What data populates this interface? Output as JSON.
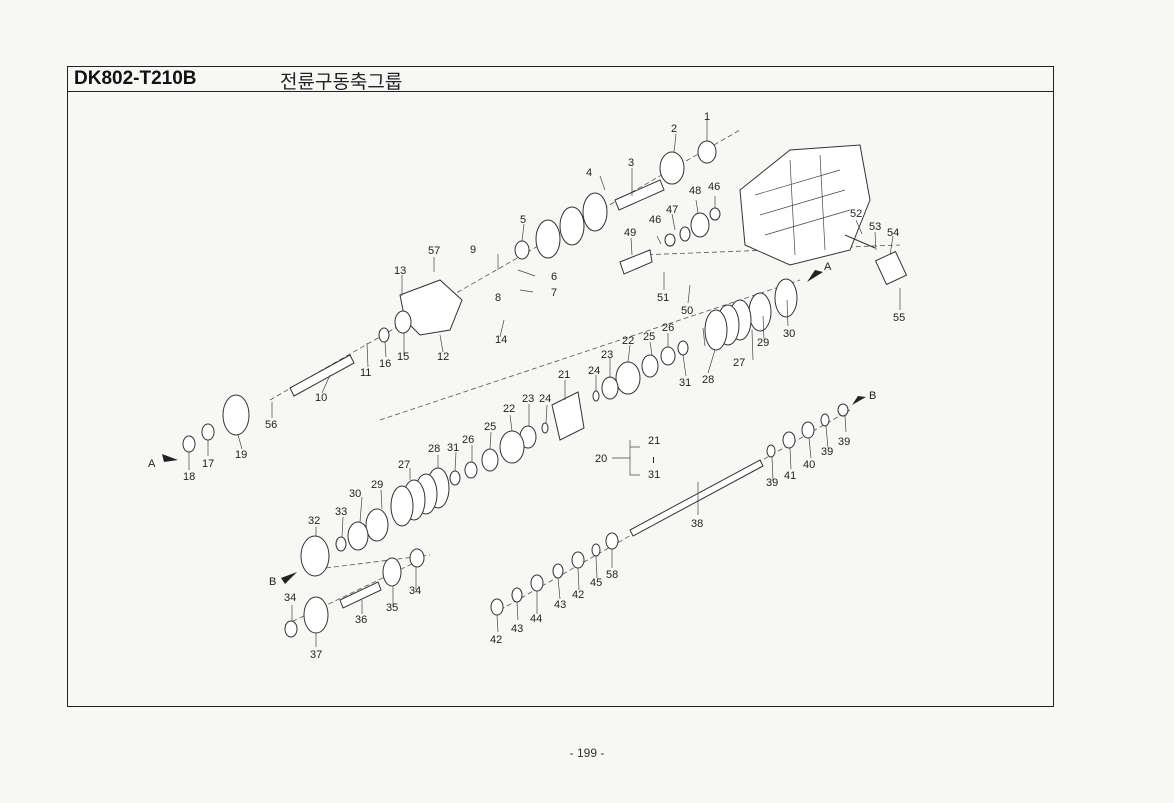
{
  "header": {
    "model": "DK802-T210B",
    "group_title": "전륜구동축그룹"
  },
  "footer": {
    "page_number": "- 199 -"
  },
  "callouts": [
    {
      "id": "c1",
      "label": "1"
    },
    {
      "id": "c2",
      "label": "2"
    },
    {
      "id": "c3",
      "label": "3"
    },
    {
      "id": "c4",
      "label": "4"
    },
    {
      "id": "c5",
      "label": "5"
    },
    {
      "id": "c6",
      "label": "6"
    },
    {
      "id": "c7",
      "label": "7"
    },
    {
      "id": "c8",
      "label": "8"
    },
    {
      "id": "c9",
      "label": "9"
    },
    {
      "id": "c10",
      "label": "10"
    },
    {
      "id": "c11",
      "label": "11"
    },
    {
      "id": "c12",
      "label": "12"
    },
    {
      "id": "c13",
      "label": "13"
    },
    {
      "id": "c14",
      "label": "14"
    },
    {
      "id": "c15",
      "label": "15"
    },
    {
      "id": "c16",
      "label": "16"
    },
    {
      "id": "c17",
      "label": "17"
    },
    {
      "id": "c18",
      "label": "18"
    },
    {
      "id": "c19",
      "label": "19"
    },
    {
      "id": "c20",
      "label": "20"
    },
    {
      "id": "c21a",
      "label": "21"
    },
    {
      "id": "c21b",
      "label": "21"
    },
    {
      "id": "c22a",
      "label": "22"
    },
    {
      "id": "c22b",
      "label": "22"
    },
    {
      "id": "c23a",
      "label": "23"
    },
    {
      "id": "c23b",
      "label": "23"
    },
    {
      "id": "c24a",
      "label": "24"
    },
    {
      "id": "c24b",
      "label": "24"
    },
    {
      "id": "c25a",
      "label": "25"
    },
    {
      "id": "c25b",
      "label": "25"
    },
    {
      "id": "c26a",
      "label": "26"
    },
    {
      "id": "c26b",
      "label": "26"
    },
    {
      "id": "c27a",
      "label": "27"
    },
    {
      "id": "c27b",
      "label": "27"
    },
    {
      "id": "c28a",
      "label": "28"
    },
    {
      "id": "c28b",
      "label": "28"
    },
    {
      "id": "c29a",
      "label": "29"
    },
    {
      "id": "c29b",
      "label": "29"
    },
    {
      "id": "c30a",
      "label": "30"
    },
    {
      "id": "c30b",
      "label": "30"
    },
    {
      "id": "c31a",
      "label": "31"
    },
    {
      "id": "c31b",
      "label": "31"
    },
    {
      "id": "c31c",
      "label": "31"
    },
    {
      "id": "c32",
      "label": "32"
    },
    {
      "id": "c33",
      "label": "33"
    },
    {
      "id": "c34a",
      "label": "34"
    },
    {
      "id": "c34b",
      "label": "34"
    },
    {
      "id": "c35",
      "label": "35"
    },
    {
      "id": "c36",
      "label": "36"
    },
    {
      "id": "c37",
      "label": "37"
    },
    {
      "id": "c38",
      "label": "38"
    },
    {
      "id": "c39a",
      "label": "39"
    },
    {
      "id": "c39b",
      "label": "39"
    },
    {
      "id": "c39c",
      "label": "39"
    },
    {
      "id": "c40",
      "label": "40"
    },
    {
      "id": "c41",
      "label": "41"
    },
    {
      "id": "c42a",
      "label": "42"
    },
    {
      "id": "c42b",
      "label": "42"
    },
    {
      "id": "c43a",
      "label": "43"
    },
    {
      "id": "c43b",
      "label": "43"
    },
    {
      "id": "c44",
      "label": "44"
    },
    {
      "id": "c45",
      "label": "45"
    },
    {
      "id": "c46a",
      "label": "46"
    },
    {
      "id": "c46b",
      "label": "46"
    },
    {
      "id": "c47",
      "label": "47"
    },
    {
      "id": "c48",
      "label": "48"
    },
    {
      "id": "c49",
      "label": "49"
    },
    {
      "id": "c50",
      "label": "50"
    },
    {
      "id": "c51",
      "label": "51"
    },
    {
      "id": "c52",
      "label": "52"
    },
    {
      "id": "c53",
      "label": "53"
    },
    {
      "id": "c54",
      "label": "54"
    },
    {
      "id": "c55",
      "label": "55"
    },
    {
      "id": "c56",
      "label": "56"
    },
    {
      "id": "c57",
      "label": "57"
    },
    {
      "id": "c58",
      "label": "58"
    },
    {
      "id": "c20dot",
      "label": "ı"
    }
  ],
  "arrows": [
    {
      "id": "a1",
      "label": "A"
    },
    {
      "id": "a2",
      "label": "A"
    },
    {
      "id": "b1",
      "label": "B"
    },
    {
      "id": "b2",
      "label": "B"
    }
  ]
}
